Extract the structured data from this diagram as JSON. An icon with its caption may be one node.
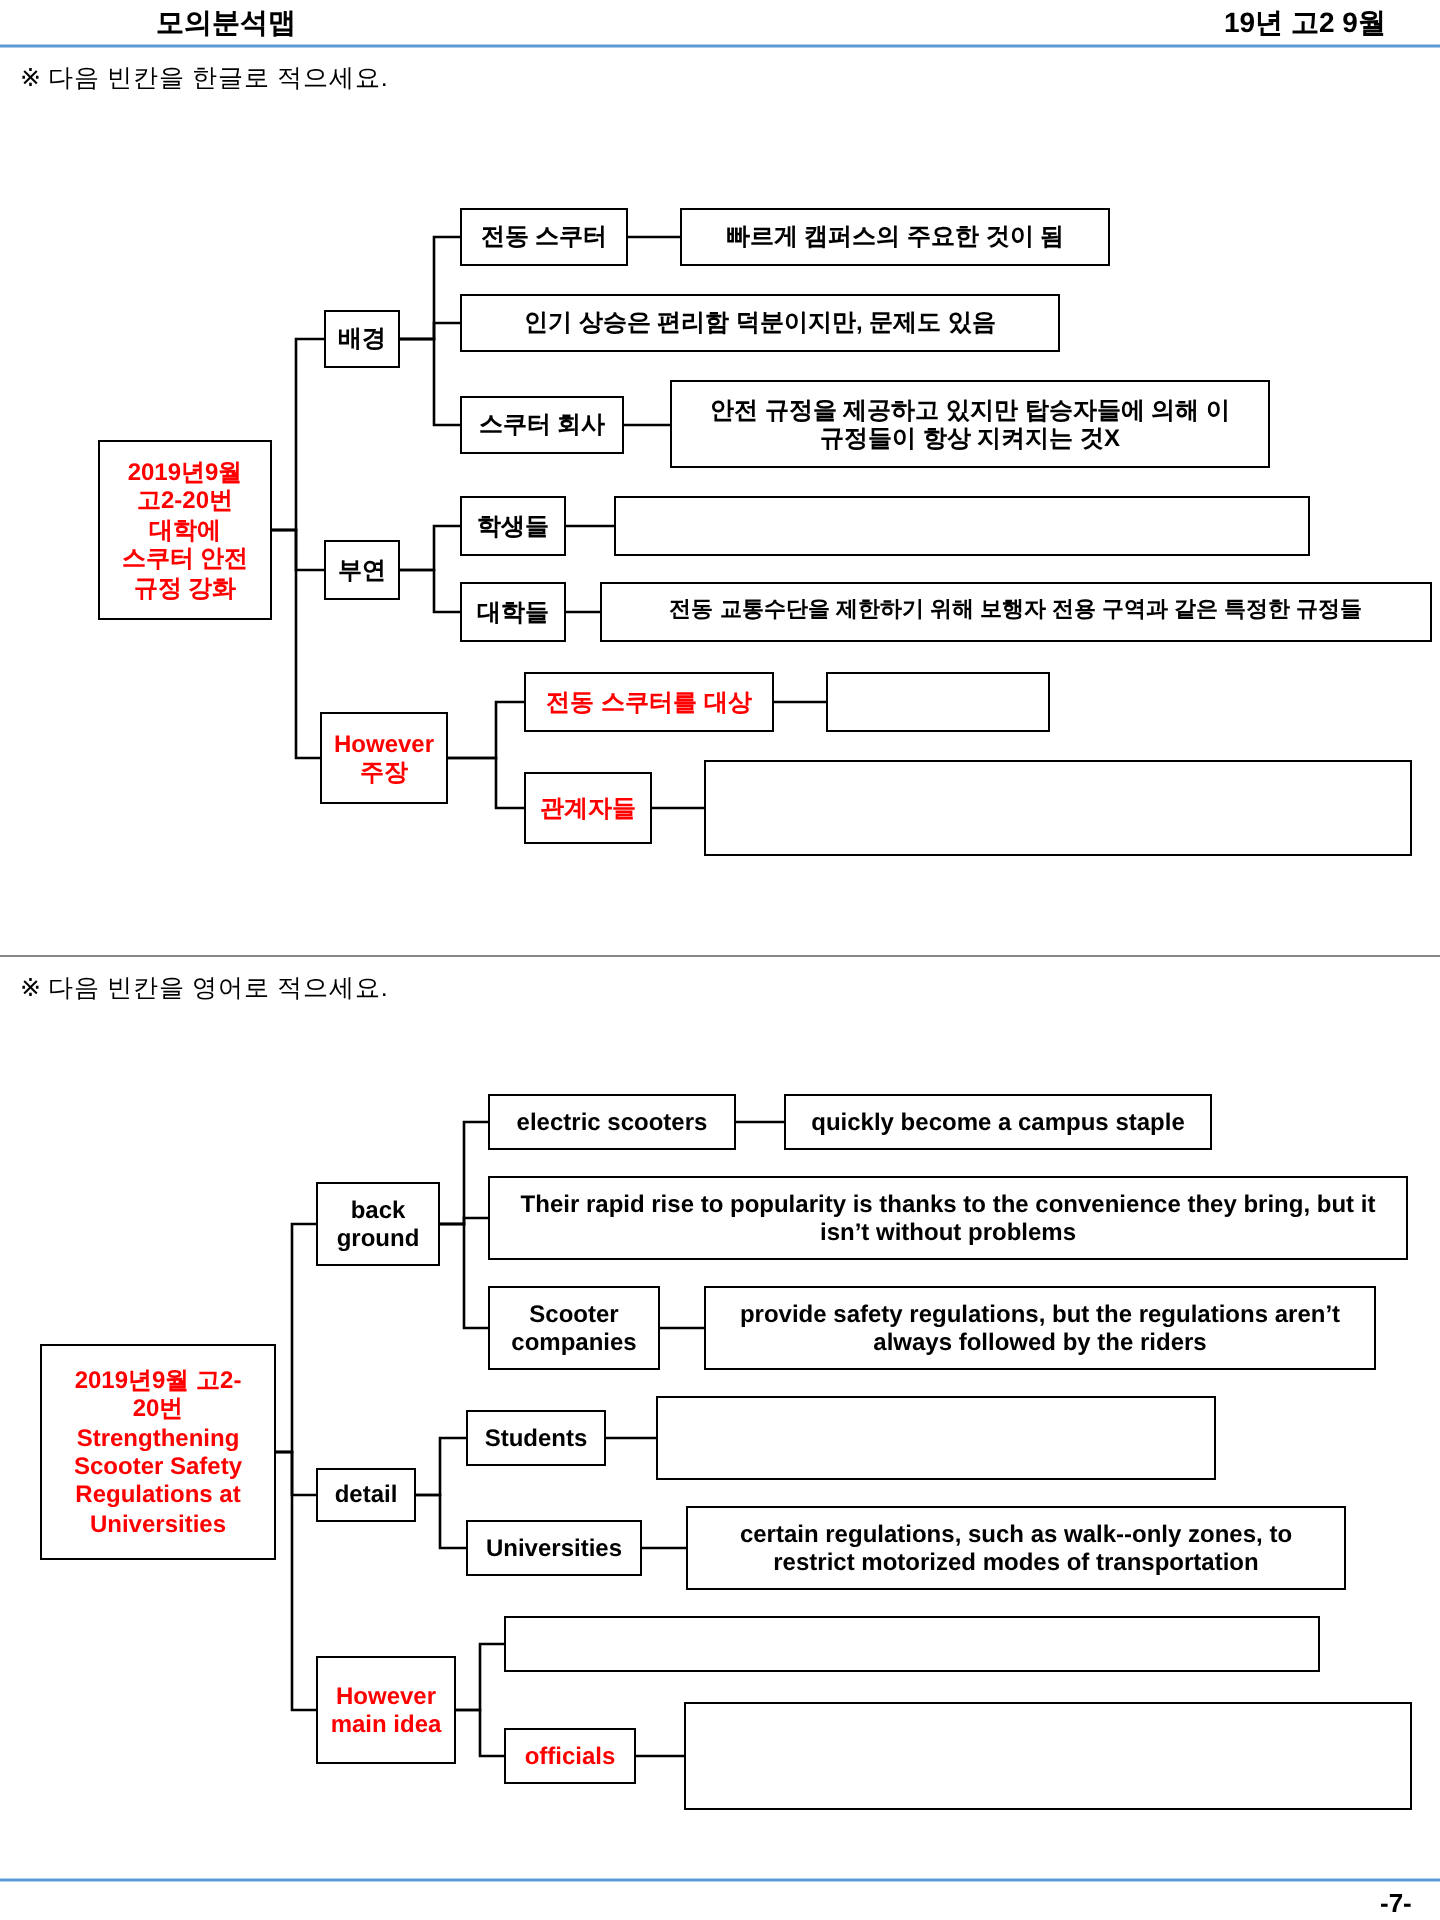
{
  "diagram": {
    "nodes": [
      {
        "text": [
          "2019년9월 고2-20번 대학에 스쿠터 안전 규정 강화"
        ]
      },
      {
        "text": [
          "배경"
        ]
      },
      {
        "text": [
          "전동 스쿠터"
        ]
      },
      {
        "text": [
          "빠르게 캠퍼스의 주요한 것이 됨"
        ]
      },
      {
        "text": [
          "인기 상승은 편리함 덕분이지만, 문제도 있음"
        ]
      },
      {
        "text": [
          "스쿠터 회사"
        ]
      },
      {
        "text": [
          "안전 규정을 제공하고 있지만 탑승자들에 의해 이 규정들이 항상 지켜지는 것X"
        ]
      },
      {
        "text": [
          "부연"
        ]
      },
      {
        "text": [
          "학생들"
        ]
      },
      {
        "text": [],
        "shape": "box"
      },
      {
        "text": [
          "대학들"
        ]
      },
      {
        "text": [
          "전동 교통수단을 제한하기 위해 보행자 전용 구역과 같은 특정한 규정들"
        ]
      },
      {
        "text": [
          "However 주장"
        ]
      },
      {
        "text": [
          "전동 스쿠터를 대상"
        ]
      },
      {
        "text": [],
        "shape": "box"
      },
      {
        "text": [
          "관계자들"
        ]
      },
      {
        "text": [],
        "shape": "box"
      },
      {
        "text": [
          "2019년9월 고2-20번 Strengthening Scooter Safety Regulations at Universities"
        ]
      },
      {
        "text": [
          "back ground"
        ]
      },
      {
        "text": [
          "electric scooters"
        ]
      },
      {
        "text": [
          "quickly become a campus staple"
        ]
      },
      {
        "text": [
          "Their rapid rise to popularity is thanks to the convenience they bring, but it isn’t without problems"
        ]
      },
      {
        "text": [
          "Scooter companies"
        ]
      },
      {
        "text": [
          "provide safety regulations, but the regulations aren’t always followed by the riders"
        ]
      },
      {
        "text": [
          "detail"
        ]
      },
      {
        "text": [
          "Students"
        ]
      },
      {
        "text": [],
        "shape": "box"
      },
      {
        "text": [
          "Universities"
        ]
      },
      {
        "text": [
          "certain regulations, such as walk--only zones, to restrict motorized modes of transportation"
        ]
      },
      {
        "text": [
          "However main idea"
        ]
      },
      {
        "text": [],
        "shape": "box"
      },
      {
        "text": [
          "officials"
        ]
      },
      {
        "text": [],
        "shape": "box"
      }
    ],
    "edges": [
      {
        "from": 0,
        "to": 1,
        "arrow": "none"
      },
      {
        "from": 0,
        "to": 7,
        "arrow": "none"
      },
      {
        "from": 0,
        "to": 12,
        "arrow": "none"
      },
      {
        "from": 1,
        "to": 2,
        "arrow": "none"
      },
      {
        "from": 2,
        "to": 3,
        "arrow": "none"
      },
      {
        "from": 1,
        "to": 4,
        "arrow": "none"
      },
      {
        "from": 1,
        "to": 5,
        "arrow": "none"
      },
      {
        "from": 5,
        "to": 6,
        "arrow": "none"
      },
      {
        "from": 7,
        "to": 8,
        "arrow": "none"
      },
      {
        "from": 8,
        "to": 9,
        "arrow": "none"
      },
      {
        "from": 7,
        "to": 10,
        "arrow": "none"
      },
      {
        "from": 10,
        "to": 11,
        "arrow": "none"
      },
      {
        "from": 12,
        "to": 13,
        "arrow": "none"
      },
      {
        "from": 13,
        "to": 14,
        "arrow": "none"
      },
      {
        "from": 12,
        "to": 15,
        "arrow": "none"
      },
      {
        "from": 15,
        "to": 16,
        "arrow": "none"
      },
      {
        "from": 17,
        "to": 18,
        "arrow": "none"
      },
      {
        "from": 17,
        "to": 24,
        "arrow": "none"
      },
      {
        "from": 17,
        "to": 29,
        "arrow": "none"
      },
      {
        "from": 18,
        "to": 19,
        "arrow": "none"
      },
      {
        "from": 19,
        "to": 20,
        "arrow": "none"
      },
      {
        "from": 18,
        "to": 21,
        "arrow": "none"
      },
      {
        "from": 18,
        "to": 22,
        "arrow": "none"
      },
      {
        "from": 22,
        "to": 23,
        "arrow": "none"
      },
      {
        "from": 24,
        "to": 25,
        "arrow": "none"
      },
      {
        "from": 25,
        "to": 26,
        "arrow": "none"
      },
      {
        "from": 24,
        "to": 27,
        "arrow": "none"
      },
      {
        "from": 27,
        "to": 28,
        "arrow": "none"
      },
      {
        "from": 29,
        "to": 30,
        "arrow": "none"
      },
      {
        "from": 29,
        "to": 31,
        "arrow": "none"
      },
      {
        "from": 31,
        "to": 32,
        "arrow": "none"
      }
    ],
    "labels": [
      "모의분석맵",
      "19년 고2 9월",
      "※ 다음 빈칸을 한글로 적으세요.",
      "※ 다음 빈칸을 영어로 적으세요.",
      "-7-"
    ]
  }
}
